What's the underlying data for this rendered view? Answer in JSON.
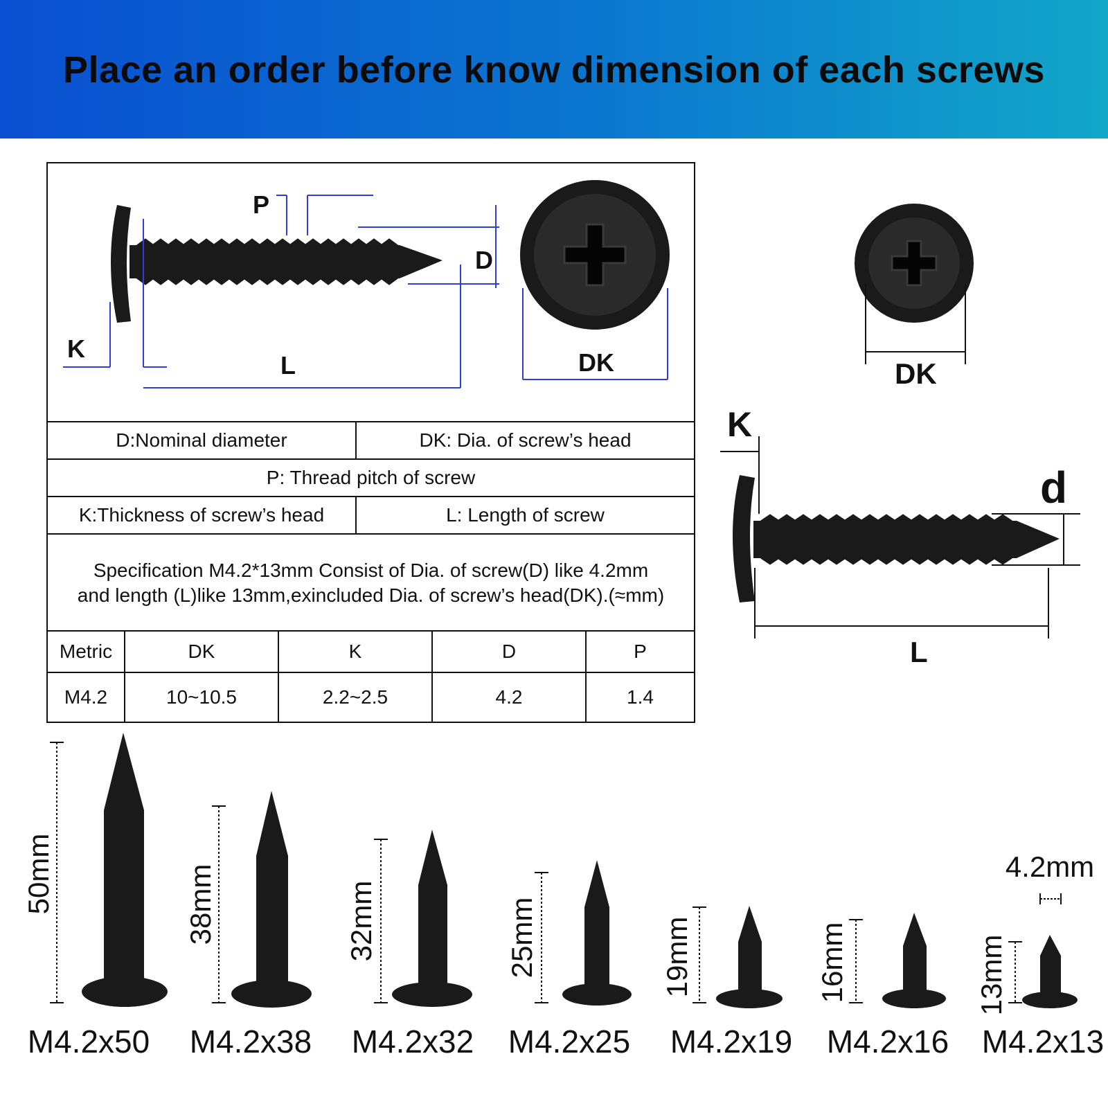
{
  "banner": {
    "title": "Place an order before know dimension of each screws"
  },
  "spec_box": {
    "diagram_labels": {
      "p": "P",
      "d": "D",
      "k": "K",
      "l": "L",
      "dk": "DK"
    },
    "definitions": {
      "d": "D:Nominal diameter",
      "dk": "DK: Dia. of screw’s head",
      "p": "P:  Thread pitch of screw",
      "k": "K:Thickness of screw’s head",
      "l": "L: Length of screw"
    },
    "note_line1": "Specification M4.2*13mm Consist of Dia. of screw(D) like 4.2mm",
    "note_line2": "and length (L)like 13mm,exincluded Dia. of screw’s head(DK).(≈mm)",
    "table": {
      "headers": [
        "Metric",
        "DK",
        "K",
        "D",
        "P"
      ],
      "row": [
        "M4.2",
        "10~10.5",
        "2.2~2.5",
        "4.2",
        "1.4"
      ]
    }
  },
  "right_diagram": {
    "dk": "DK",
    "k": "K",
    "d": "d",
    "l": "L"
  },
  "screws": [
    {
      "length_label": "50mm",
      "name": "M4.2x50"
    },
    {
      "length_label": "38mm",
      "name": "M4.2x38"
    },
    {
      "length_label": "32mm",
      "name": "M4.2x32"
    },
    {
      "length_label": "25mm",
      "name": "M4.2x25"
    },
    {
      "length_label": "19mm",
      "name": "M4.2x19"
    },
    {
      "length_label": "16mm",
      "name": "M4.2x16"
    },
    {
      "length_label": "13mm",
      "name": "M4.2x13"
    }
  ],
  "diameter_label": "4.2mm",
  "colors": {
    "banner_start": "#0a4fd1",
    "banner_end": "#12a7c9",
    "dimension_line": "#2e3fd6",
    "screw": "#1a1a1a"
  }
}
